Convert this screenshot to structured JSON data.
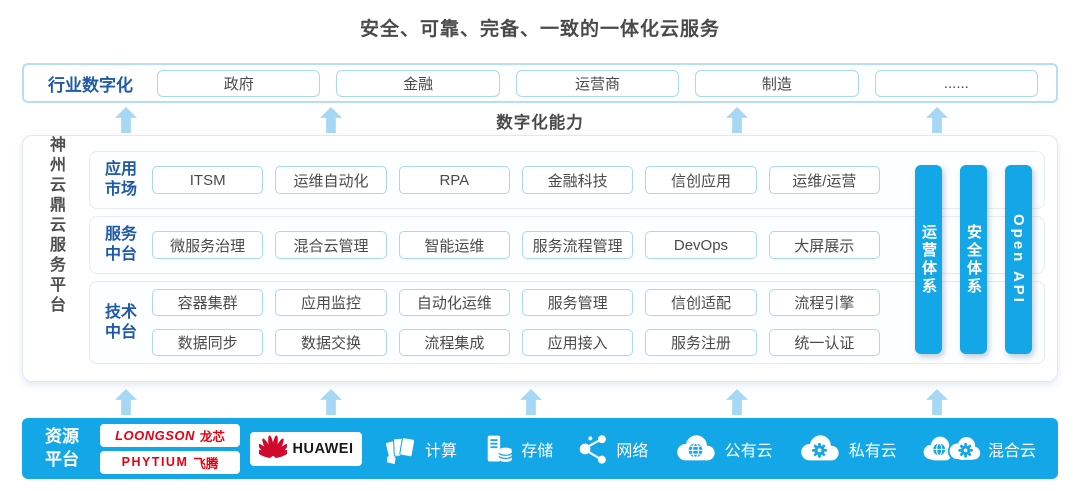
{
  "page": {
    "title": "安全、可靠、完备、一致的一体化云服务"
  },
  "industry": {
    "label": "行业数字化",
    "items": [
      "政府",
      "金融",
      "运营商",
      "制造",
      "......"
    ]
  },
  "capability": {
    "label": "数字化能力"
  },
  "platform": {
    "side_label": "神州云鼎云服务平台",
    "rows": [
      {
        "label": "应用市场",
        "items": [
          "ITSM",
          "运维自动化",
          "RPA",
          "金融科技",
          "信创应用",
          "运维/运营"
        ]
      },
      {
        "label": "服务中台",
        "items": [
          "微服务治理",
          "混合云管理",
          "智能运维",
          "服务流程管理",
          "DevOps",
          "大屏展示"
        ]
      },
      {
        "label": "技术中台",
        "items_top": [
          "容器集群",
          "应用监控",
          "自动化运维",
          "服务管理",
          "信创适配",
          "流程引擎"
        ],
        "items_bottom": [
          "数据同步",
          "数据交换",
          "流程集成",
          "应用接入",
          "服务注册",
          "统一认证"
        ]
      }
    ],
    "bars": [
      "运营体系",
      "安全体系",
      "Open API"
    ]
  },
  "resources": {
    "label": "资源平台",
    "vendors": [
      {
        "name": "loongson",
        "en": "LOONGSON",
        "cn": "龙芯"
      },
      {
        "name": "phytium",
        "en": "PHYTIUM",
        "cn": "飞腾"
      },
      {
        "name": "huawei",
        "en": "HUAWEI"
      }
    ],
    "items": [
      {
        "icon": "compute-icon",
        "label": "计算"
      },
      {
        "icon": "storage-icon",
        "label": "存储"
      },
      {
        "icon": "network-icon",
        "label": "网络"
      },
      {
        "icon": "public-cloud-icon",
        "label": "公有云"
      },
      {
        "icon": "private-cloud-icon",
        "label": "私有云"
      },
      {
        "icon": "hybrid-cloud-icon",
        "label": "混合云"
      }
    ]
  },
  "colors": {
    "accent_blue": "#14a7e8",
    "arrow_blue": "#a6d8f5",
    "pill_border": "#a8d9f4",
    "label_blue": "#1e5aa9",
    "text_dark": "#4a4a4a",
    "vendor_red": "#e60012",
    "huawei_red": "#cf0a2c"
  }
}
